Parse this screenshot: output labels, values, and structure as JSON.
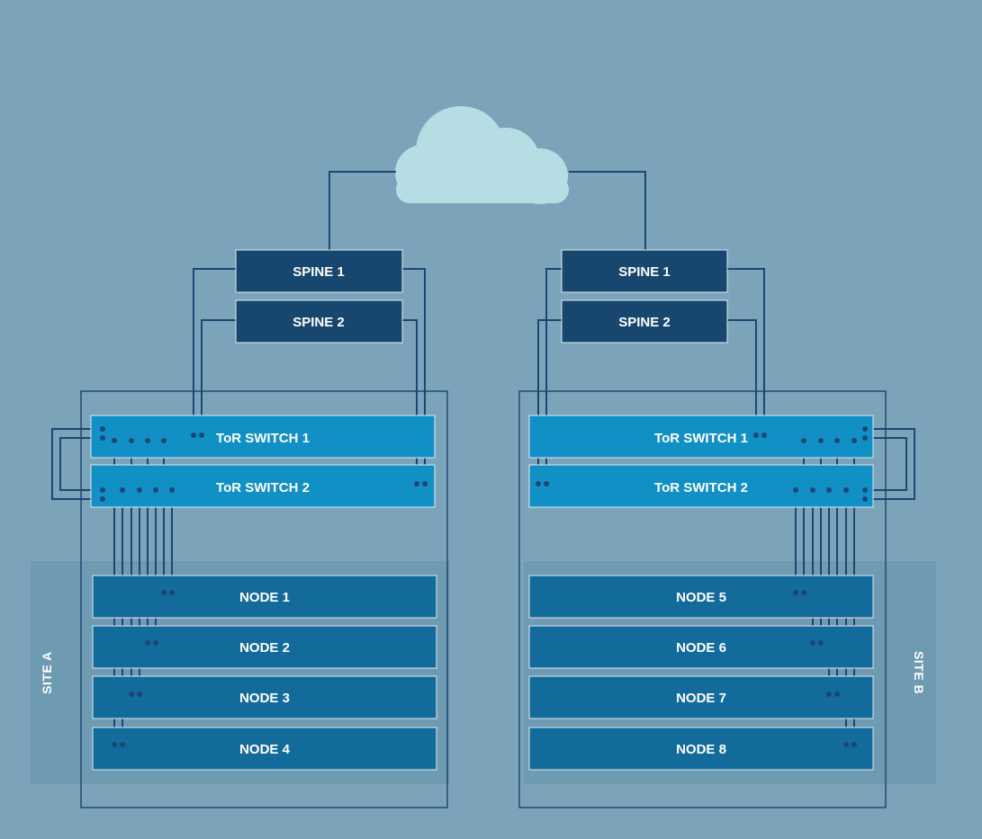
{
  "colors": {
    "background": "#7ba4ba",
    "site_band": "#6e9ab2",
    "enclosure_fill": "#729eb6",
    "enclosure_stroke": "#1f4a72",
    "cloud": "#b7dde4",
    "spine": "#17466f",
    "tor": "#1190c6",
    "node": "#136b9c",
    "wire": "#1a4775"
  },
  "cloud": {
    "icon": "cloud-icon"
  },
  "site_a": {
    "label": "SITE A",
    "spines": [
      "SPINE 1",
      "SPINE 2"
    ],
    "tor_switches": [
      "ToR SWITCH 1",
      "ToR SWITCH 2"
    ],
    "nodes": [
      "NODE 1",
      "NODE 2",
      "NODE 3",
      "NODE 4"
    ]
  },
  "site_b": {
    "label": "SITE B",
    "spines": [
      "SPINE 1",
      "SPINE 2"
    ],
    "tor_switches": [
      "ToR SWITCH 1",
      "ToR SWITCH 2"
    ],
    "nodes": [
      "NODE 5",
      "NODE 6",
      "NODE 7",
      "NODE 8"
    ]
  }
}
